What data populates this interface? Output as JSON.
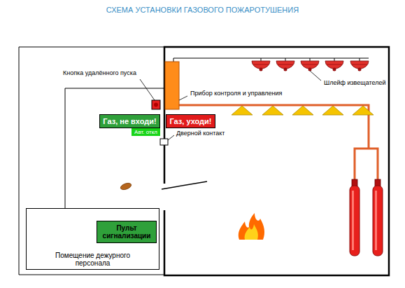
{
  "diagram": {
    "title": "СХЕМА УСТАНОВКИ ГАЗОВОГО ПОЖАРОТУШЕНИЯ",
    "nodes": [
      {
        "text": [
          "Газ, не входи!"
        ]
      },
      {
        "text": [
          "Авт. откл"
        ]
      },
      {
        "text": [
          "Газ, уходи!"
        ]
      },
      {
        "text": [
          "Помещение дежурного персонала"
        ]
      },
      {
        "text": [
          "Пульт сигнализации"
        ],
        "in": 3
      }
    ],
    "labels": [
      "Кнопка удалённого пуска",
      "Прибор контроля и управления",
      "Шлейф извещателей",
      "Дверной контакт"
    ]
  }
}
